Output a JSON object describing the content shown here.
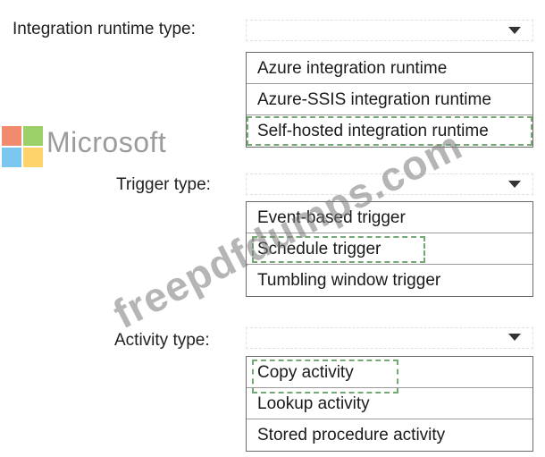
{
  "sections": [
    {
      "label": "Integration runtime type:",
      "options": [
        "Azure integration runtime",
        "Azure-SSIS integration runtime",
        "Self-hosted integration runtime"
      ],
      "selected_index": 2
    },
    {
      "label": "Trigger type:",
      "options": [
        "Event-based trigger",
        "Schedule trigger",
        "Tumbling window trigger"
      ],
      "selected_index": 1
    },
    {
      "label": "Activity type:",
      "options": [
        "Copy activity",
        "Lookup activity",
        "Stored procedure activity"
      ],
      "selected_index": 0
    }
  ],
  "logo": {
    "text": "Microsoft",
    "colors": [
      "#f25022",
      "#7fba00",
      "#00a4ef",
      "#ffb900"
    ],
    "icon": "microsoft-logo-icon"
  },
  "watermark": "freepdfdumps.com",
  "icons": {
    "dropdown": "chevron-down-icon"
  },
  "colors": {
    "selection_border": "#74a874"
  }
}
